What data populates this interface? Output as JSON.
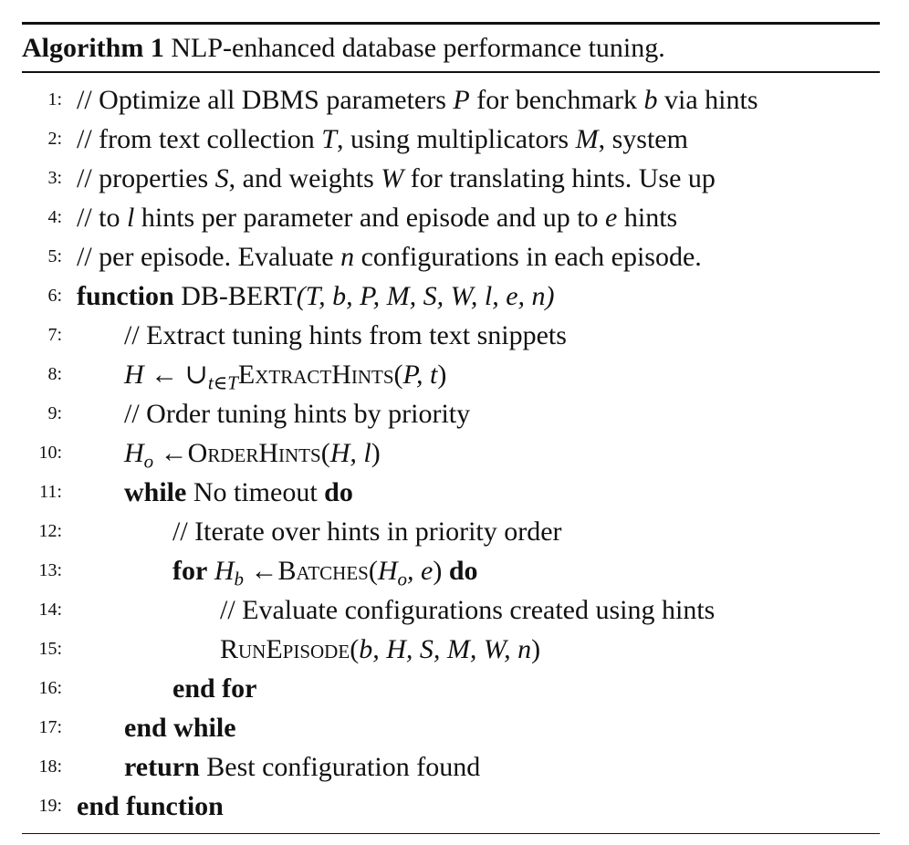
{
  "caption": {
    "label": "Algorithm 1",
    "text": "NLP-enhanced database performance tuning."
  },
  "line_numbers": [
    "1:",
    "2:",
    "3:",
    "4:",
    "5:",
    "6:",
    "7:",
    "8:",
    "9:",
    "10:",
    "11:",
    "12:",
    "13:",
    "14:",
    "15:",
    "16:",
    "17:",
    "18:",
    "19:"
  ],
  "lines": {
    "l1": {
      "a": "// Optimize all DBMS parameters ",
      "P": "P",
      "b1": " for benchmark ",
      "b": "b",
      "c": " via hints"
    },
    "l2": {
      "a": "// from text collection ",
      "T": "T",
      "b1": ", using multiplicators ",
      "M": "M",
      "c": ", system"
    },
    "l3": {
      "a": "// properties ",
      "S": "S",
      "b1": ", and weights ",
      "W": "W",
      "c": " for translating hints. Use up"
    },
    "l4": {
      "a": "// to ",
      "l": "l",
      "b1": " hints per parameter and episode and up to ",
      "e": "e",
      "c": " hints"
    },
    "l5": {
      "a": "// per episode. Evaluate ",
      "n": "n",
      "c": " configurations in each episode."
    },
    "l6": {
      "kw": "function",
      "name": " DB-BERT",
      "args": "(T, b, P, M, S, W, l, e, n)"
    },
    "l7": {
      "text": "// Extract tuning hints from text snippets"
    },
    "l8": {
      "H": "H",
      "arrow": " ← ∪",
      "sub": "t∈T",
      "fn": "ExtractHints",
      "args_open": "(",
      "args": "P, t",
      "args_close": ")"
    },
    "l9": {
      "text": "// Order tuning hints by priority"
    },
    "l10": {
      "H": "H",
      "sub": "o",
      "arrow": " ←",
      "fn": "OrderHints",
      "args_open": "(",
      "args": "H, l",
      "args_close": ")"
    },
    "l11": {
      "kw1": "while",
      "mid": " No timeout ",
      "kw2": "do"
    },
    "l12": {
      "text": "// Iterate over hints in priority order"
    },
    "l13": {
      "kw1": "for",
      "H": "H",
      "sub": "b",
      "arrow": " ←",
      "fn": "Batches",
      "args_open": "(",
      "Ho": "H",
      "Ho_sub": "o",
      "rest": ", e",
      "args_close": ")",
      "kw2": "do"
    },
    "l14": {
      "text": "// Evaluate configurations created using hints"
    },
    "l15": {
      "fn": "RunEpisode",
      "args_open": "(",
      "args": "b, H, S, M, W, n",
      "args_close": ")"
    },
    "l16": {
      "kw": "end for"
    },
    "l17": {
      "kw": "end while"
    },
    "l18": {
      "kw": "return",
      "text": " Best configuration found"
    },
    "l19": {
      "kw": "end function"
    }
  }
}
